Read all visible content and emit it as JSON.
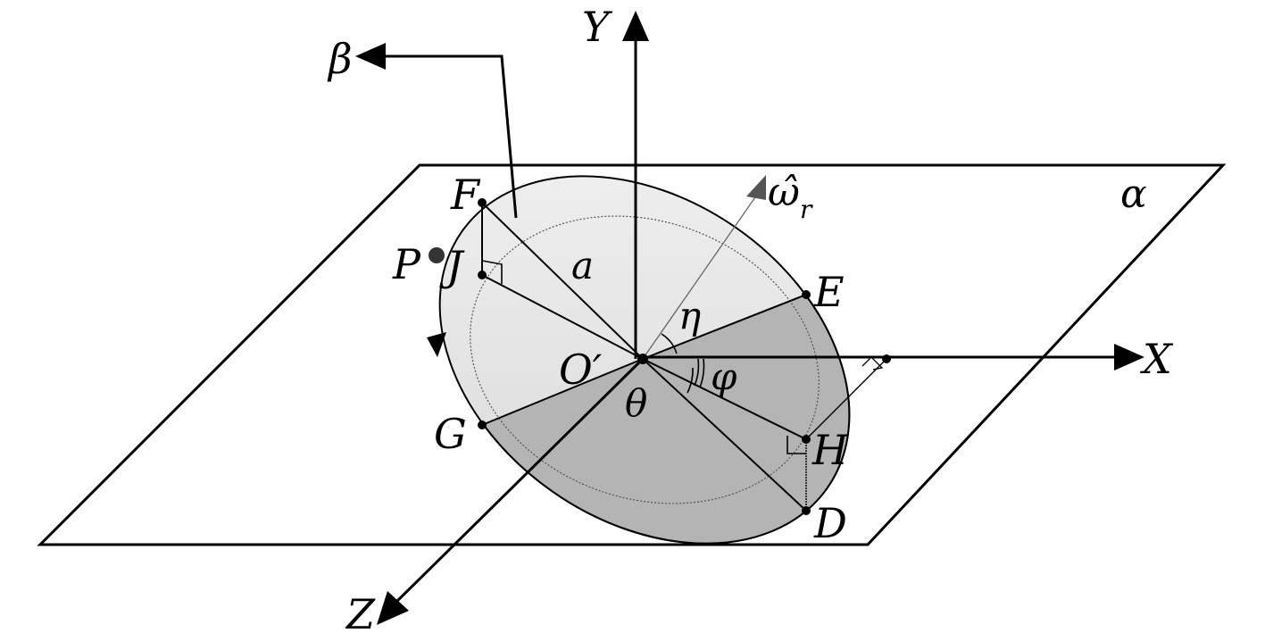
{
  "colors": {
    "ink": "#000000",
    "disk_light": "#e6e6e6",
    "disk_dark": "#b0b0b0",
    "omega_axis": "#555555",
    "background": "#ffffff"
  },
  "labels": {
    "plane": "α",
    "beta": "β",
    "axis_x": "X",
    "axis_y": "Y",
    "axis_z": "Z",
    "omega": "ω̂",
    "omega_sub": "r",
    "origin": "O′",
    "radius": "a",
    "eta": "η",
    "phi": "φ",
    "theta": "θ",
    "point_p": "P",
    "point_f": "F",
    "point_j": "J",
    "point_e": "E",
    "point_g": "G",
    "point_h": "H",
    "point_d": "D"
  }
}
